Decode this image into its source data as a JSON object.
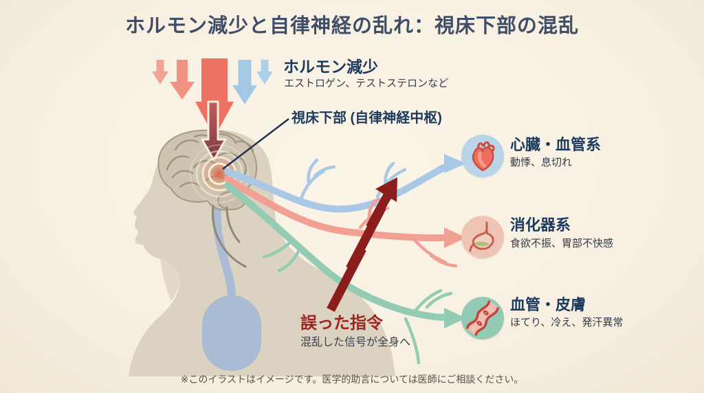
{
  "title": "ホルモン減少と自律神経の乱れ：視床下部の混乱",
  "hormone_input": {
    "label": "ホルモン減少",
    "sublabel": "エストロゲン、テストステロンなど"
  },
  "hypothalamus_label": "視床下部 (自律神経中枢)",
  "error_signal": {
    "label": "誤った指令",
    "sublabel": "混乱した信号が全身へ"
  },
  "organs": [
    {
      "name": "心臓・血管系",
      "symptoms": "動悸、息切れ",
      "icon": "heart-icon",
      "circle_color": "#b9d4e7",
      "nerve_color": "#a8c8e6"
    },
    {
      "name": "消化器系",
      "symptoms": "食欲不振、胃部不快感",
      "icon": "stomach-icon",
      "circle_color": "#efc4b4",
      "nerve_color": "#f2a094"
    },
    {
      "name": "血管・皮膚",
      "symptoms": "ほてり、冷え、発汗異常",
      "icon": "vessel-icon",
      "circle_color": "#93cbb5",
      "nerve_color": "#93ccb3"
    }
  ],
  "footer_note": "※このイラストはイメージです。医学的助言については医師にご相談ください。",
  "colors": {
    "background": "#f8f1e3",
    "heading": "#3f4e66",
    "label_navy": "#1c3a5e",
    "error_red": "#9c241e",
    "bolt_red": "#8b1d1d",
    "hormone_arrow_red": "#ee7263",
    "hormone_arrow_blue": "#a5c8e5",
    "silhouette": "#dcd2c1",
    "spine": "#a9bcd4",
    "hypothalamus_glow": "#d8603f"
  }
}
